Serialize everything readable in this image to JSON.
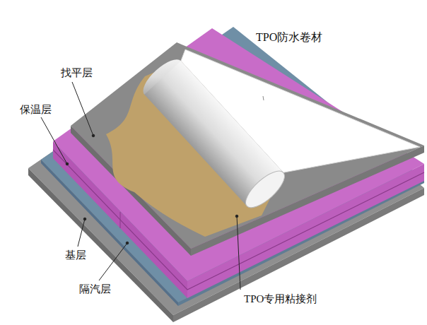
{
  "diagram": {
    "labels": [
      "TPO防水卷材",
      "找平层",
      "保温层",
      "基层",
      "隔汽层",
      "TPO专用粘接剂"
    ]
  }
}
